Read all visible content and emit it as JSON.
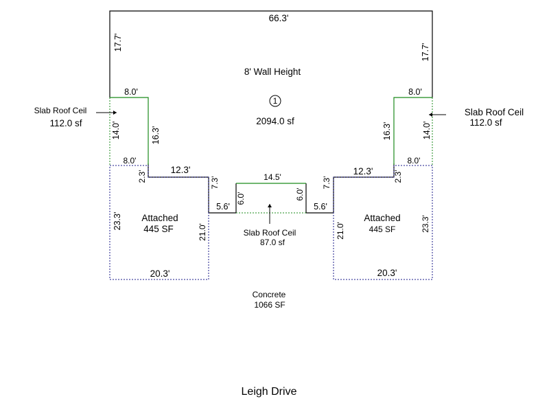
{
  "main": {
    "top_width": "66.3'",
    "left_height": "17.7'",
    "right_height": "17.7'",
    "wall_height": "8' Wall Height",
    "room_number": "1",
    "area": "2094.0 sf",
    "left_step_top": "8.0'",
    "right_step_top": "8.0'",
    "left_inner_vertical": "16.3'",
    "right_inner_vertical": "16.3'",
    "left_short": "2.3'",
    "right_short": "2.3'",
    "left_mid": "12.3'",
    "right_mid": "12.3'",
    "left_drop": "7.3'",
    "right_drop": "7.3'",
    "left_notch": "5.6'",
    "right_notch": "5.6'",
    "center_top": "14.5'",
    "center_left": "6.0'",
    "center_right": "6.0'"
  },
  "slab_left": {
    "side": "14.0'",
    "bottom": "8.0'",
    "label": "Slab Roof Ceil",
    "area": "112.0 sf"
  },
  "slab_right": {
    "side": "14.0'",
    "bottom": "8.0'",
    "label": "Slab Roof Ceil",
    "area": "112.0 sf"
  },
  "slab_center": {
    "label": "Slab Roof Ceil",
    "area": "87.0 sf"
  },
  "garage_left": {
    "label": "Attached",
    "area": "445 SF",
    "outer": "23.3'",
    "inner": "21.0'",
    "bottom": "20.3'"
  },
  "garage_right": {
    "label": "Attached",
    "area": "445 SF",
    "outer": "23.3'",
    "inner": "21.0'",
    "bottom": "20.3'"
  },
  "concrete": {
    "label": "Concrete",
    "area": "1066 SF"
  },
  "street": "Leigh Drive",
  "colors": {
    "wall": "#000000",
    "slab_roof": "#1a8a1a",
    "garage": "#1a1a8a"
  }
}
